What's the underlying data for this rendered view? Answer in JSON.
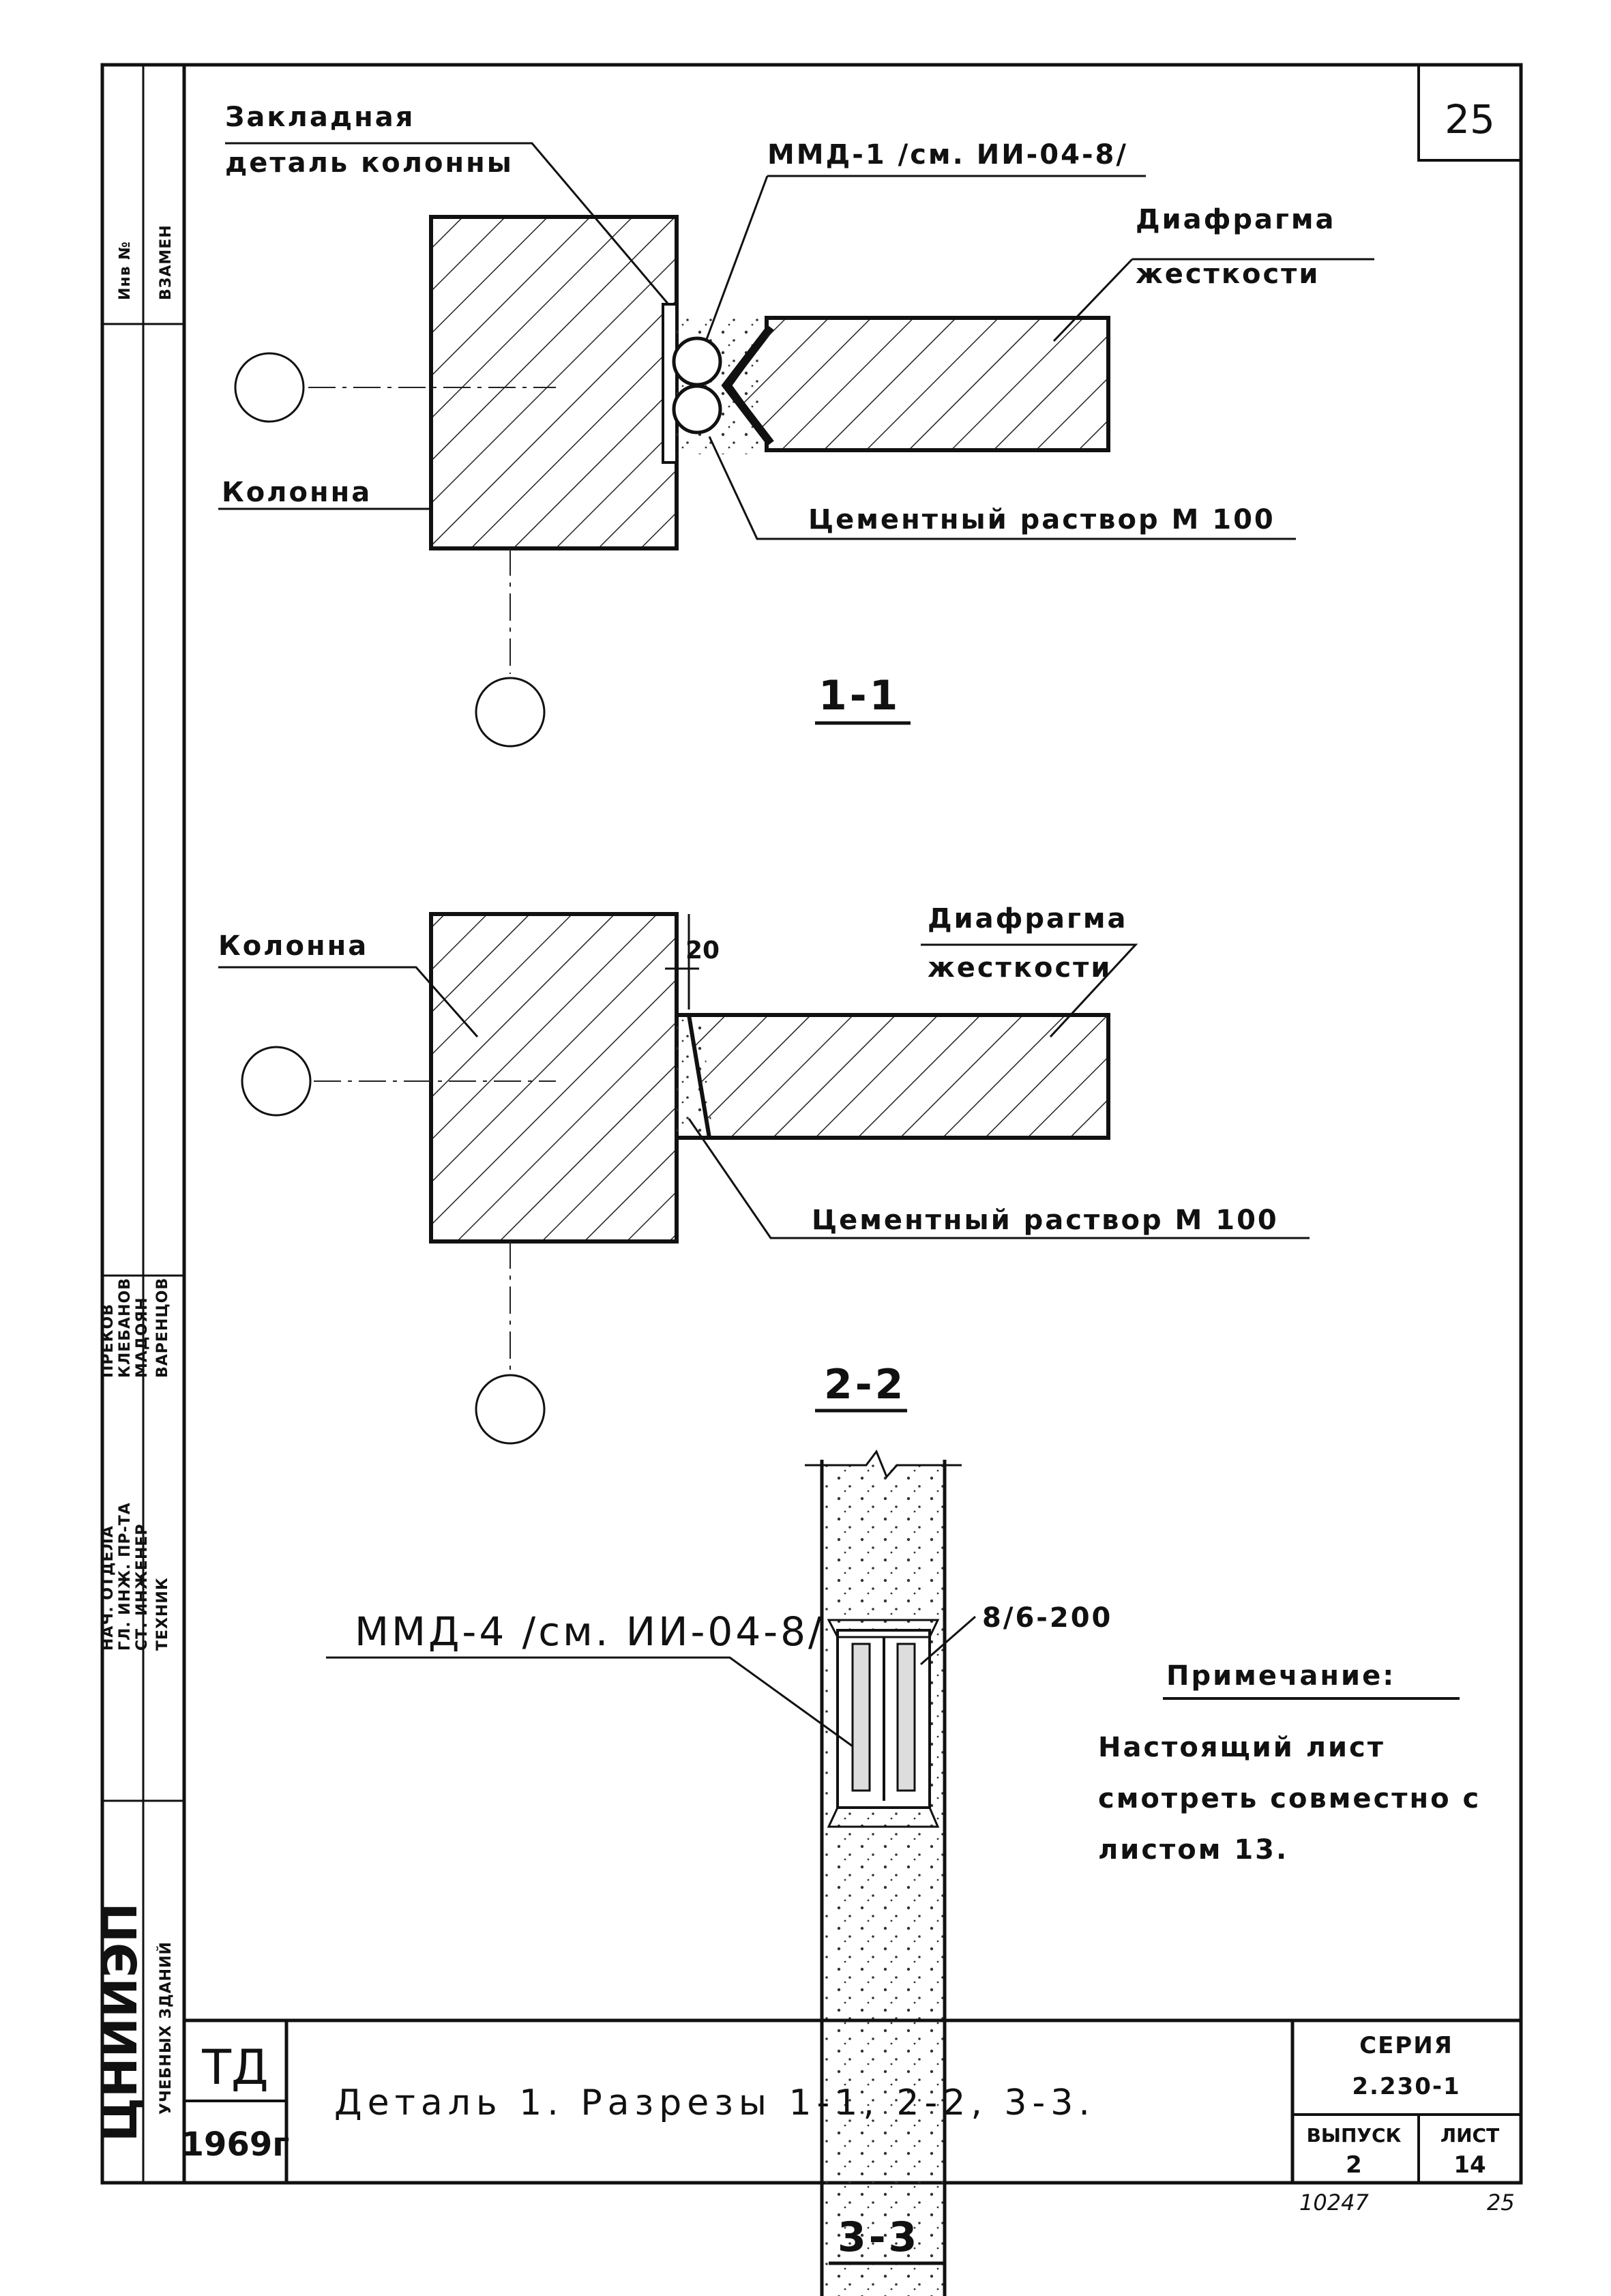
{
  "sheet_number": "25",
  "stamp": {
    "doc_code": "ТД",
    "year": "1969г",
    "title": "Деталь 1.  Разрезы 1-1, 2-2, 3-3.",
    "series_label": "СЕРИЯ",
    "series_value": "2.230-1",
    "issue_label": "ВЫПУСК",
    "issue_value": "2",
    "sheet_label": "ЛИСТ",
    "sheet_value": "14",
    "inventory_number": "10247",
    "page_number": "25"
  },
  "side_strip": {
    "swap_label": "ВЗАМЕН",
    "inv_label": "Инв №",
    "org_name": "ЦНИИЭП",
    "org_subtitle": "УЧЕБНЫХ ЗДАНИЙ",
    "roles": [
      "НАЧ. ОТДЕЛА",
      "ГЛ. ИНЖ. ПР-ТА",
      "СТ. ИНЖЕНЕР",
      "ТЕХНИК"
    ],
    "names": [
      "ПРЕКОВ",
      "КЛЕБАНОВ",
      "МАДОЯН",
      "ВАРЕНЦОВ"
    ]
  },
  "section_1": {
    "title": "1-1",
    "label_embedded": "Закладная",
    "label_embedded_2": "деталь колонны",
    "label_mmd": "ММД-1  /см. ИИ-04-8/",
    "label_diaphragm": "Диафрагма",
    "label_diaphragm_2": "жесткости",
    "label_column": "Колонна",
    "label_mortar": "Цементный  раствор  М 100"
  },
  "section_2": {
    "title": "2-2",
    "label_column": "Колонна",
    "dimension": "20",
    "label_diaphragm": "Диафрагма",
    "label_diaphragm_2": "жесткости",
    "label_mortar": "Цементный  раствор  М 100"
  },
  "section_3": {
    "title": "3-3",
    "label_mmd": "ММД-4  /см. ИИ-04-8/",
    "label_weld": "8/6-200"
  },
  "note": {
    "title": "Примечание:",
    "line1": "Настоящий  лист",
    "line2": "смотреть  совместно с",
    "line3": "листом 13."
  }
}
